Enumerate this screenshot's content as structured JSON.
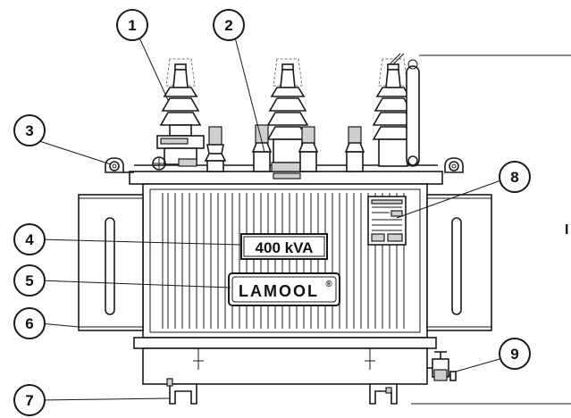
{
  "diagram": {
    "rating_plate_text": "400 kVA",
    "brand_logo_text": "LAMOOL",
    "brand_registered_mark": "®",
    "side_label_partial": "I",
    "callouts": [
      {
        "label": "1"
      },
      {
        "label": "2"
      },
      {
        "label": "3"
      },
      {
        "label": "4"
      },
      {
        "label": "5"
      },
      {
        "label": "6"
      },
      {
        "label": "7"
      },
      {
        "label": "8"
      },
      {
        "label": "9"
      }
    ]
  }
}
